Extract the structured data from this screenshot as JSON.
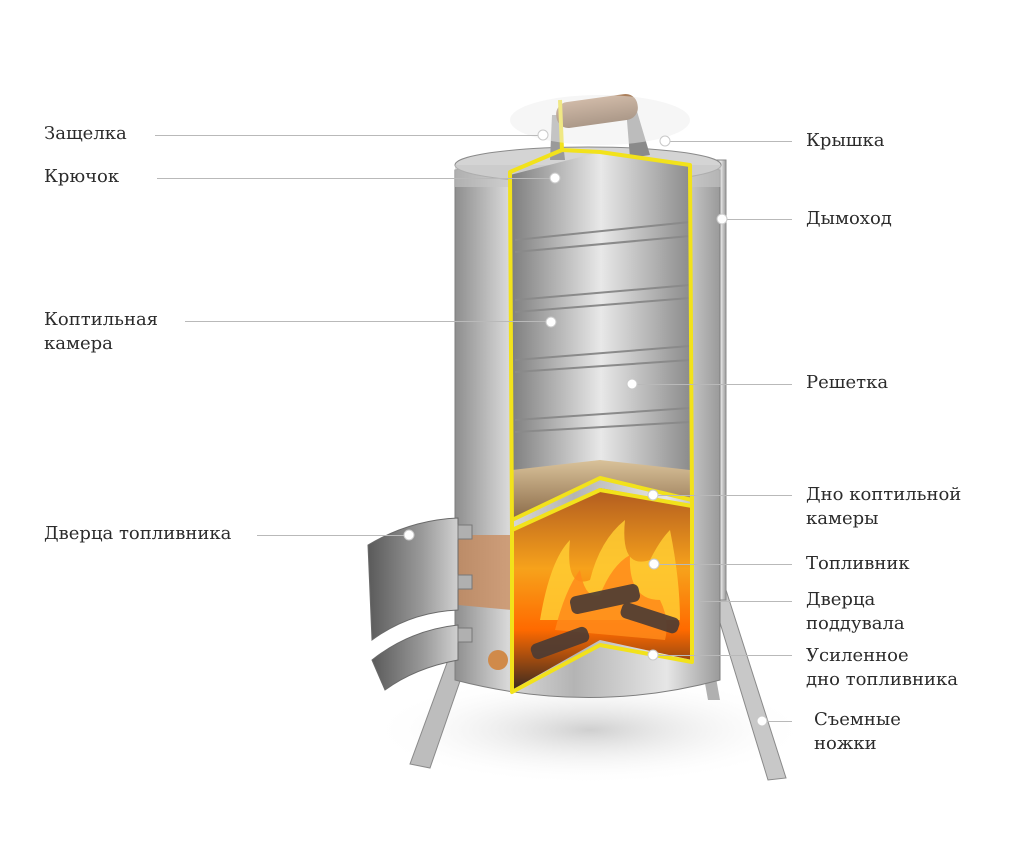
{
  "diagram": {
    "subject": "Вертикальная коптильня в разрезе",
    "accent_color": "#f2e21b",
    "labels_left": [
      {
        "id": "latch",
        "text": "Защелка"
      },
      {
        "id": "hook",
        "text": "Крючок"
      },
      {
        "id": "smoking-chamber",
        "text": "Коптильная\nкамера"
      },
      {
        "id": "firebox-door",
        "text": "Дверца топливника"
      }
    ],
    "labels_right": [
      {
        "id": "lid",
        "text": "Крышка"
      },
      {
        "id": "chimney",
        "text": "Дымоход"
      },
      {
        "id": "grate",
        "text": "Решетка"
      },
      {
        "id": "chamber-bottom",
        "text": "Дно коптильной\nкамеры"
      },
      {
        "id": "firebox",
        "text": "Топливник"
      },
      {
        "id": "ash-door",
        "text": "Дверца\nподдувала"
      },
      {
        "id": "reinforced-bottom",
        "text": "Усиленное\nдно топливника"
      },
      {
        "id": "legs",
        "text": "Съемные\nножки"
      }
    ]
  }
}
